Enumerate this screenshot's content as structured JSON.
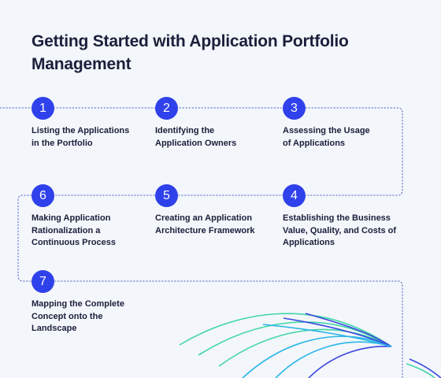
{
  "title": "Getting Started with Application Portfolio Management",
  "steps": [
    {
      "number": "1",
      "label": "Listing the Applications in the Portfolio"
    },
    {
      "number": "2",
      "label": "Identifying the Application Owners"
    },
    {
      "number": "3",
      "label": "Assessing the Usage of Applications"
    },
    {
      "number": "4",
      "label": "Establishing the Business Value, Quality, and Costs of Applications"
    },
    {
      "number": "5",
      "label": "Creating an Application Architecture Framework"
    },
    {
      "number": "6",
      "label": "Making Application Rationalization a Continuous Process"
    },
    {
      "number": "7",
      "label": "Mapping the Complete Concept onto the Landscape"
    }
  ],
  "colors": {
    "badge": "#2f41ea",
    "text": "#1b1f3b",
    "connector": "#5565c9",
    "wave_green": "#3fd6a8",
    "wave_blue": "#3b48e0",
    "wave_cyan": "#29b6e8"
  }
}
